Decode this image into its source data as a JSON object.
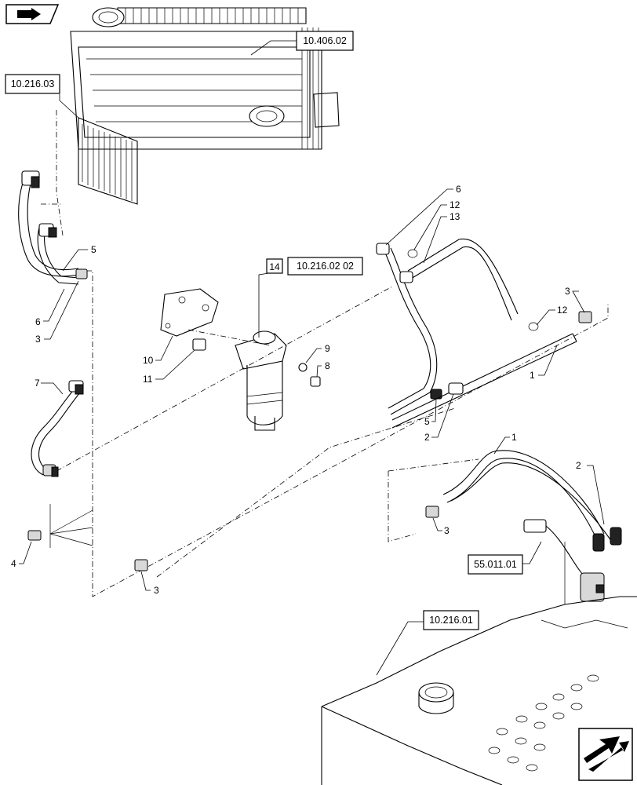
{
  "references": {
    "radiator": "10.406.02",
    "cooler": "10.216.03",
    "filter": "10.216.02 02",
    "sensor": "55.011.01",
    "tank": "10.216.01"
  },
  "callouts": {
    "c1a": "1",
    "c1b": "1",
    "c2a": "2",
    "c2b": "2",
    "c3a": "3",
    "c3b": "3",
    "c3c": "3",
    "c3d": "3",
    "c4": "4",
    "c5a": "5",
    "c5b": "5",
    "c6a": "6",
    "c6b": "6",
    "c7": "7",
    "c8": "8",
    "c9": "9",
    "c10": "10",
    "c11": "11",
    "c12a": "12",
    "c12b": "12",
    "c13": "13",
    "c14": "14"
  },
  "icons": {
    "top_left": "flat-arrow-icon",
    "bottom_right": "page-next-arrow-icon"
  }
}
